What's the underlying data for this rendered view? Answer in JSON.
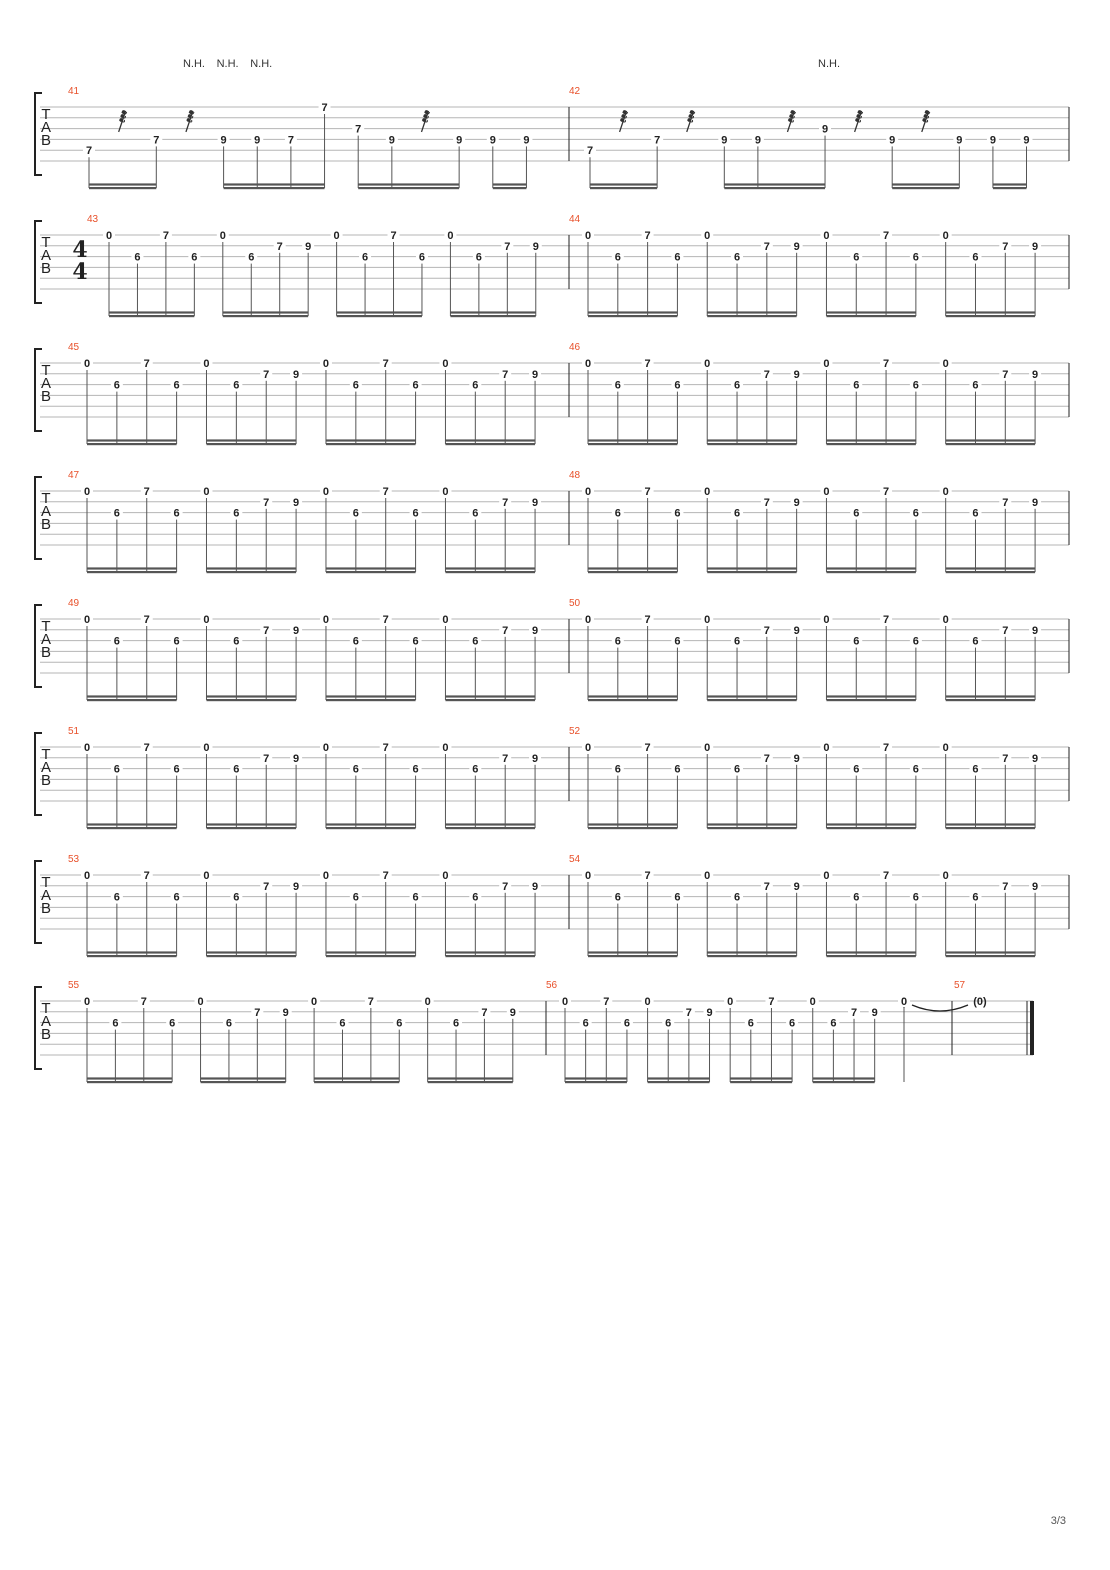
{
  "page": {
    "number": "3/3"
  },
  "tab_label": [
    "T",
    "A",
    "B"
  ],
  "annotations": {
    "natural_harmonic": "N.H."
  },
  "time_signature": {
    "num": "4",
    "den": "4",
    "measure": 43
  },
  "pattern": [
    [
      "0",
      "6",
      "7",
      "6"
    ],
    [
      "0",
      "6",
      "7",
      "9"
    ],
    [
      "0",
      "6",
      "7",
      "6"
    ],
    [
      "0",
      "6",
      "7",
      "9"
    ]
  ],
  "pattern_strings": [
    0,
    2,
    0,
    2,
    0,
    2,
    1,
    1
  ],
  "riff_measures": {
    "41": {
      "nh_marks": [
        3,
        4,
        5
      ],
      "events": [
        {
          "f": "7",
          "s": 4
        },
        {
          "rest": true
        },
        {
          "f": "7",
          "s": 3
        },
        {
          "rest": true
        },
        {
          "f": "9",
          "s": 3
        },
        {
          "f": "9",
          "s": 3
        },
        {
          "f": "7",
          "s": 3
        },
        {
          "f": "7",
          "s": 0
        },
        {
          "f": "7",
          "s": 2
        },
        {
          "f": "9",
          "s": 3
        },
        {
          "rest": true
        },
        {
          "f": "9",
          "s": 3
        },
        {
          "f": "9",
          "s": 3
        },
        {
          "f": "9",
          "s": 3
        }
      ]
    },
    "42": {
      "nh_marks": [
        7
      ],
      "events": [
        {
          "f": "7",
          "s": 4
        },
        {
          "rest": true
        },
        {
          "f": "7",
          "s": 3
        },
        {
          "rest": true
        },
        {
          "f": "9",
          "s": 3
        },
        {
          "f": "9",
          "s": 3
        },
        {
          "rest": true
        },
        {
          "f": "9",
          "s": 2
        },
        {
          "rest": true
        },
        {
          "f": "9",
          "s": 3
        },
        {
          "rest": true
        },
        {
          "f": "9",
          "s": 3
        },
        {
          "f": "9",
          "s": 3
        },
        {
          "f": "9",
          "s": 3
        }
      ]
    }
  },
  "systems": [
    {
      "measures": [
        41,
        42
      ]
    },
    {
      "measures": [
        43,
        44
      ]
    },
    {
      "measures": [
        45,
        46
      ]
    },
    {
      "measures": [
        47,
        48
      ]
    },
    {
      "measures": [
        49,
        50
      ]
    },
    {
      "measures": [
        51,
        52
      ]
    },
    {
      "measures": [
        53,
        54
      ]
    },
    {
      "measures": [
        55,
        56,
        57
      ]
    }
  ],
  "final_measure": {
    "number": 57,
    "note": "(0)",
    "tied": true
  }
}
